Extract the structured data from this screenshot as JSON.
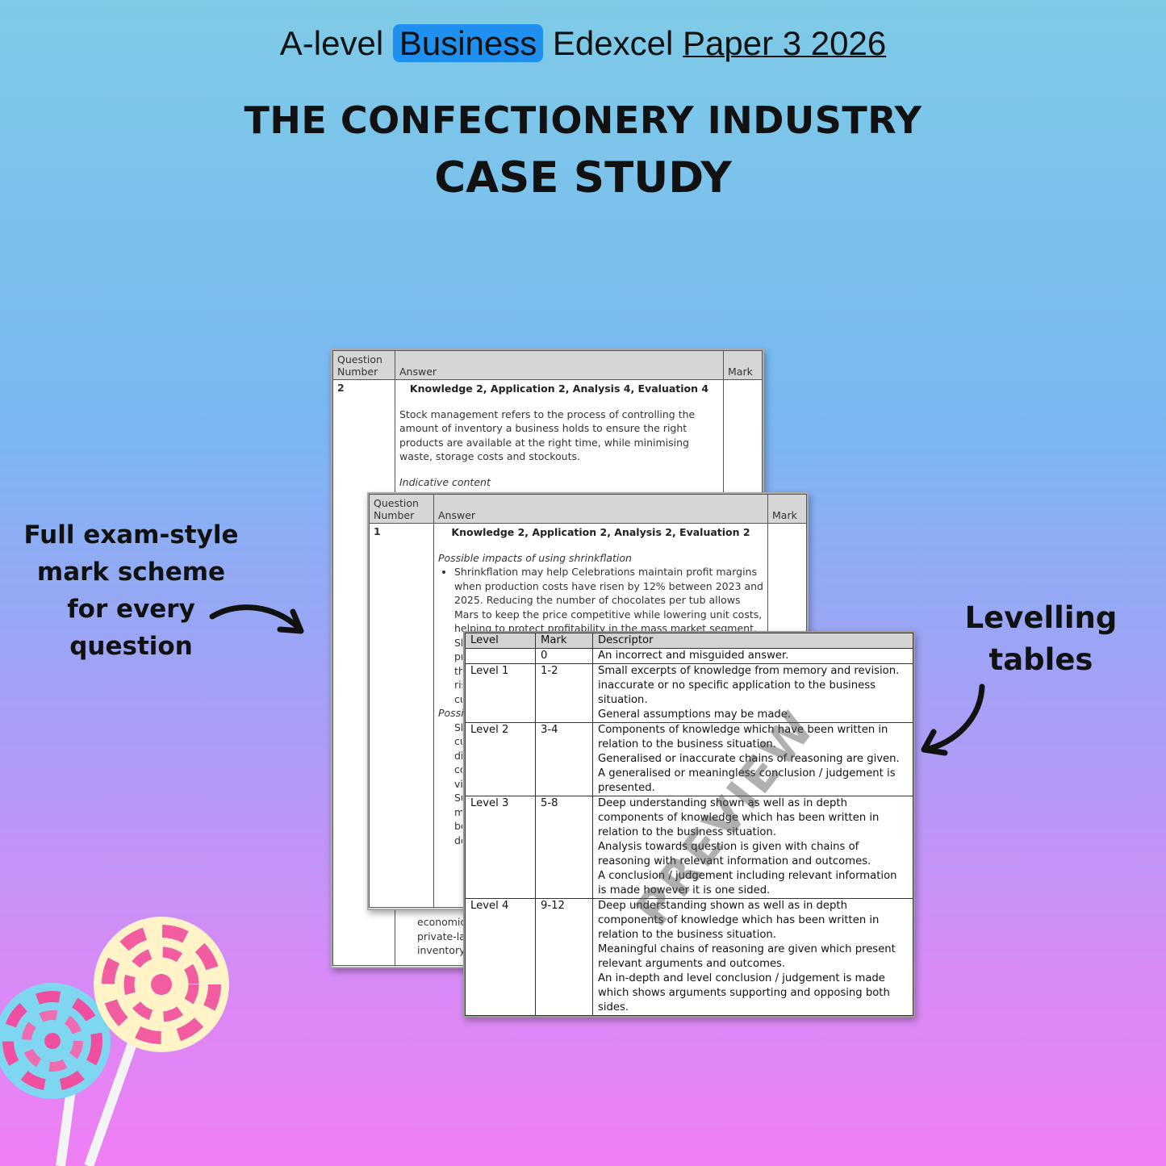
{
  "header": {
    "prefix": "A-level",
    "subject": "Business",
    "board": "Edexcel",
    "paper": "Paper 3 2026"
  },
  "title": {
    "line1": "THE CONFECTIONERY INDUSTRY",
    "line2": "CASE STUDY"
  },
  "callouts": {
    "left": "Full exam-style mark scheme for every question",
    "right": "Levelling tables"
  },
  "doc_back": {
    "col_q": "Question Number",
    "col_a": "Answer",
    "col_m": "Mark",
    "q": "2",
    "marks_line": "Knowledge 2, Application 2, Analysis 4, Evaluation 4",
    "definition": "Stock management refers to the process of controlling the amount of inventory a business holds to ensure the right products are available at the right time, while minimising waste, storage costs and stockouts.",
    "indicative": "Indicative content",
    "tail": "economic\nprivate-la\ninventory"
  },
  "doc_mid": {
    "col_q": "Question Number",
    "col_a": "Answer",
    "col_m": "Mark",
    "q": "1",
    "marks_line": "Knowledge 2, Application 2, Analysis 2, Evaluation 2",
    "heading": "Possible impacts of using shrinkflation",
    "bullet1": "Shrinkflation may help Celebrations maintain profit margins when production costs have risen by 12% between 2023 and 2025. Reducing the number of chocolates per tub allows Mars to keep the price competitive while lowering unit costs, helping to protect profitability in the mass market segment.",
    "bullet2": "Sh pr th ris cu",
    "heading2": "Possi",
    "bullet3": "Sh cu di cc vi",
    "bullet4": "Su m bc dc"
  },
  "levels": {
    "headers": [
      "Level",
      "Mark",
      "Descriptor"
    ],
    "rows": [
      {
        "level": "",
        "mark": "0",
        "desc": "An incorrect and misguided answer."
      },
      {
        "level": "Level 1",
        "mark": "1-2",
        "desc": "Small excerpts of knowledge from memory and revision. inaccurate or no specific application to the business situation.\nGeneral assumptions may be made."
      },
      {
        "level": "Level 2",
        "mark": "3-4",
        "desc": "Components of knowledge which have been written in relation to the business situation.\nGeneralised or inaccurate chains of reasoning are given.\nA generalised or meaningless conclusion / judgement is presented."
      },
      {
        "level": "Level 3",
        "mark": "5-8",
        "desc": "Deep understanding shown as well as in depth components of knowledge which has been written in relation to the business situation.\nAnalysis towards question is given with chains of reasoning with relevant information and outcomes.\nA conclusion / judgement including relevant information is made however it is one sided."
      },
      {
        "level": "Level 4",
        "mark": "9-12",
        "desc": "Deep understanding shown as well as in depth components of knowledge which has been written in relation to the business situation.\nMeaningful chains of reasoning are given which present relevant arguments and outcomes.\nAn in-depth and level conclusion / judgement is made which shows arguments supporting and opposing both sides."
      }
    ]
  },
  "watermark": "PREVIEW",
  "colors": {
    "highlight": "#1f8ff0",
    "bg_top": "#7ecbe6",
    "bg_bottom": "#f07ef4"
  }
}
